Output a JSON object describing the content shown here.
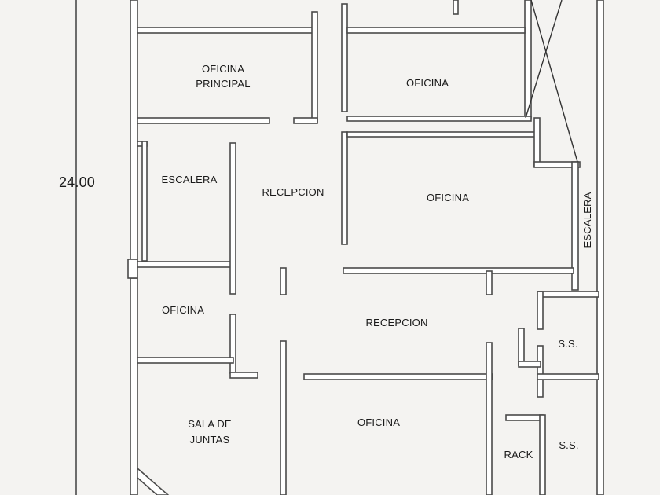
{
  "dimension": {
    "label": "24.00"
  },
  "rooms": {
    "oficina_principal": {
      "line1": "OFICINA",
      "line2": "PRINCIPAL"
    },
    "oficina_top": "OFICINA",
    "escalera_left": "ESCALERA",
    "recepcion_top": "RECEPCION",
    "oficina_mid": "OFICINA",
    "escalera_right": "ESCALERA",
    "oficina_left": "OFICINA",
    "recepcion_main": "RECEPCION",
    "ss_upper": "S.S.",
    "sala_juntas": {
      "line1": "SALA DE",
      "line2": "JUNTAS"
    },
    "oficina_bottom": "OFICINA",
    "rack": "RACK",
    "ss_lower": "S.S."
  }
}
